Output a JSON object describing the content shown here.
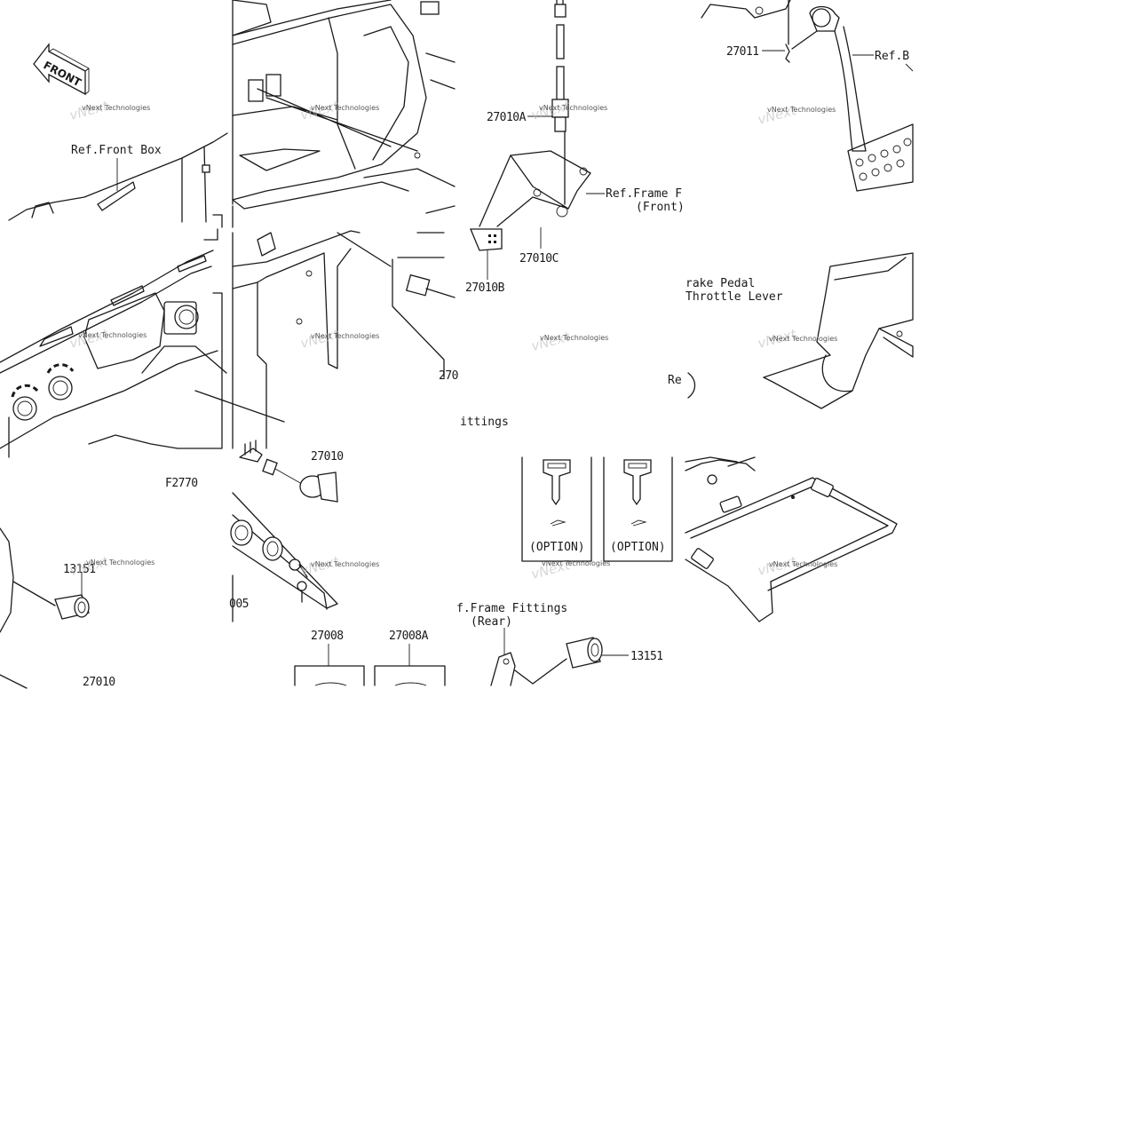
{
  "diagram": {
    "front_arrow": "FRONT",
    "watermark": "vNext Technologies",
    "labels": {
      "ref_front_box": "Ref.Front Box",
      "ref_frame_front_1": "Ref.Frame F",
      "ref_frame_front_2": "(Front)",
      "ref_brake_partial": "Ref.B",
      "brake_pedal": "rake Pedal",
      "throttle_lever": "Throttle Lever",
      "re_partial": "Re",
      "fittings_partial": "ittings",
      "code_f2770": "F2770",
      "option_1": "(OPTION)",
      "option_2": "(OPTION)",
      "frame_fittings_rear_1": "f.Frame Fittings",
      "frame_fittings_rear_2": "(Rear)"
    },
    "part_numbers": {
      "p27011": "27011",
      "p27010A": "27010A",
      "p27010C": "27010C",
      "p27010B": "27010B",
      "p270_partial": "270",
      "p27010_partial": "27010",
      "p13151_left": "13151",
      "p005_partial": "005",
      "p27008": "27008",
      "p27008A": "27008A",
      "p13151_right": "13151",
      "p27010_bottom": "27010"
    }
  }
}
